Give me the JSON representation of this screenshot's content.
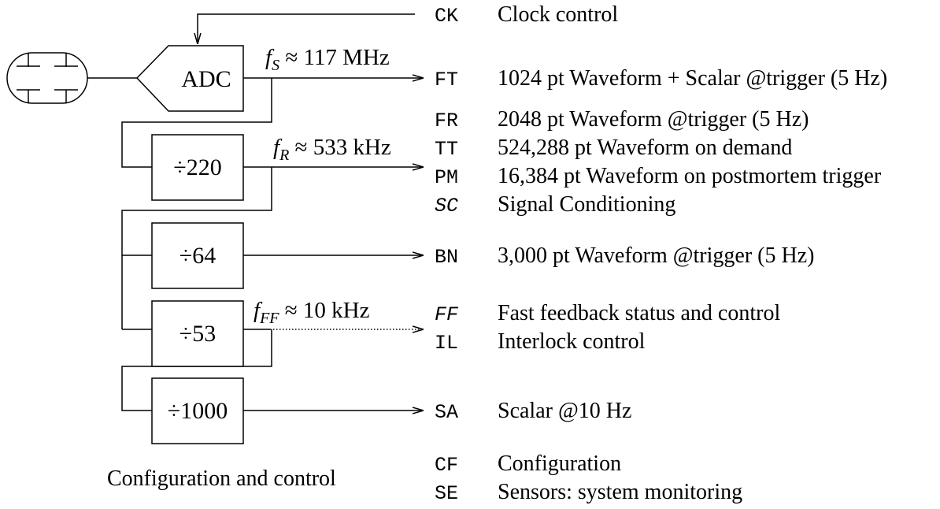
{
  "blocks": {
    "adc": "ADC",
    "div220": "÷220",
    "div64": "÷64",
    "div53": "÷53",
    "div1000": "÷1000"
  },
  "frequencies": {
    "fs": {
      "symbol": "f",
      "sub": "S",
      "rest": " ≈ 117 MHz"
    },
    "fr": {
      "symbol": "f",
      "sub": "R",
      "rest": " ≈ 533 kHz"
    },
    "fff": {
      "symbol": "f",
      "sub": "FF",
      "rest": " ≈ 10 kHz"
    }
  },
  "outputs": [
    {
      "code": "CK",
      "description": "Clock control"
    },
    {
      "code": "FT",
      "description": "1024 pt Waveform + Scalar @trigger (5 Hz)"
    },
    {
      "code": "FR",
      "description": "2048 pt Waveform @trigger (5 Hz)"
    },
    {
      "code": "TT",
      "description": "524,288 pt Waveform on demand"
    },
    {
      "code": "PM",
      "description": "16,384 pt Waveform on postmortem trigger"
    },
    {
      "code": "SC",
      "description": "Signal Conditioning"
    },
    {
      "code": "BN",
      "description": "3,000 pt Waveform @trigger (5 Hz)"
    },
    {
      "code": "FF",
      "description": "Fast feedback status and control"
    },
    {
      "code": "IL",
      "description": "Interlock control"
    },
    {
      "code": "SA",
      "description": "Scalar @10 Hz"
    },
    {
      "code": "CF",
      "description": "Configuration"
    },
    {
      "code": "SE",
      "description": "Sensors: system monitoring"
    }
  ],
  "footer": "Configuration and control"
}
